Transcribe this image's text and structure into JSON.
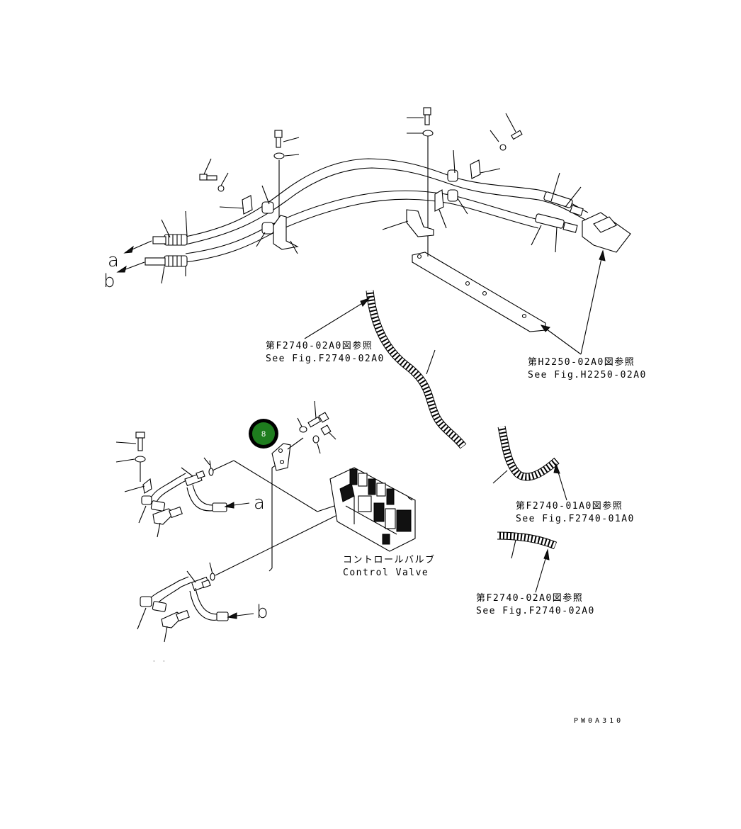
{
  "references": {
    "f2740_02a0_top": {
      "jp": "第F2740-02A0図参照",
      "en": "See Fig.F2740-02A0"
    },
    "h2250_02a0": {
      "jp": "第H2250-02A0図参照",
      "en": "See Fig.H2250-02A0"
    },
    "f2740_01a0": {
      "jp": "第F2740-01A0図参照",
      "en": "See Fig.F2740-01A0"
    },
    "f2740_02a0_bottom": {
      "jp": "第F2740-02A0図参照",
      "en": "See Fig.F2740-02A0"
    }
  },
  "control_valve": {
    "jp": "コントロールバルブ",
    "en": "Control Valve"
  },
  "markers": {
    "a": "a",
    "b": "b"
  },
  "badge": {
    "number": "8",
    "color": "#1e7d1e"
  },
  "drawing_code": "PW0A310"
}
